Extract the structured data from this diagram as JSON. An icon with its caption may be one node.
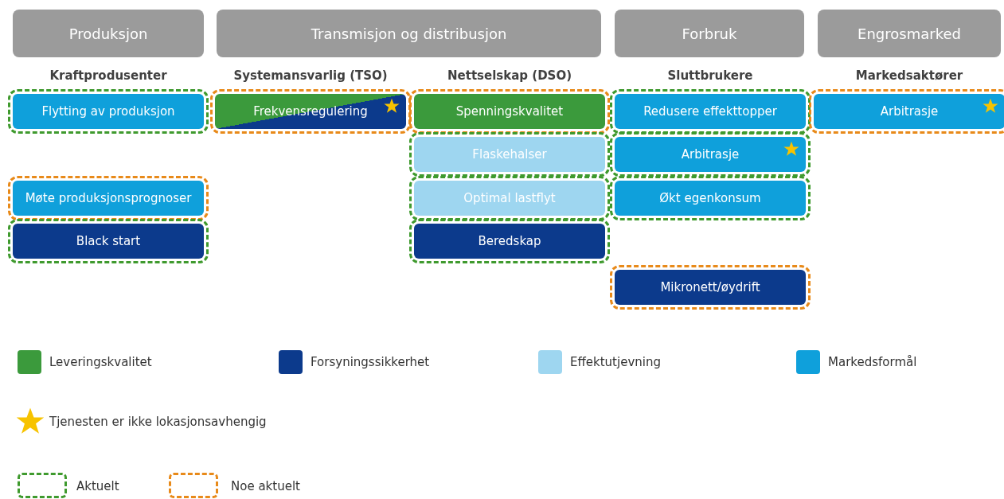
{
  "diagram": {
    "nodes": [
      {
        "text": [
          "Produksjon"
        ]
      },
      {
        "text": [
          "Transmisjon og distribusjon"
        ]
      },
      {
        "text": [
          "Forbruk"
        ]
      },
      {
        "text": [
          "Engrosmarked"
        ]
      },
      {
        "text": [
          "Flytting av produksjon"
        ]
      },
      {
        "text": [
          "Frekvensregulering"
        ]
      },
      {
        "text": [
          "Spenningskvalitet"
        ]
      },
      {
        "text": [
          "Redusere effekttopper"
        ]
      },
      {
        "text": [
          "Arbitrasje"
        ]
      },
      {
        "text": [
          "Flaskehalser"
        ]
      },
      {
        "text": [
          "Arbitrasje"
        ]
      },
      {
        "text": [
          "Møte produksjonsprognoser"
        ]
      },
      {
        "text": [
          "Optimal lastflyt"
        ]
      },
      {
        "text": [
          "Økt egenkonsum"
        ]
      },
      {
        "text": [
          "Black start"
        ]
      },
      {
        "text": [
          "Beredskap"
        ]
      },
      {
        "text": [
          "Mikronett/øydrift"
        ]
      }
    ],
    "labels": [
      "Kraftprodusenter",
      "Systemansvarlig (TSO)",
      "Nettselskap (DSO)",
      "Sluttbrukere",
      "Markedsaktører"
    ],
    "legend": [
      {
        "text": "Leveringskvalitet",
        "color": "#3b9a3c"
      },
      {
        "text": "Forsyningssikkerhet",
        "color": "#0c3a8c"
      },
      {
        "text": "Effektutjevning",
        "color": "#9ed6f0"
      },
      {
        "text": "Markedsformål",
        "color": "#0fa0db"
      },
      {
        "text": "Tjenesten er ikke lokasjonsavhengig"
      },
      {
        "text": "Aktuelt"
      },
      {
        "text": "Noe aktuelt"
      }
    ]
  }
}
